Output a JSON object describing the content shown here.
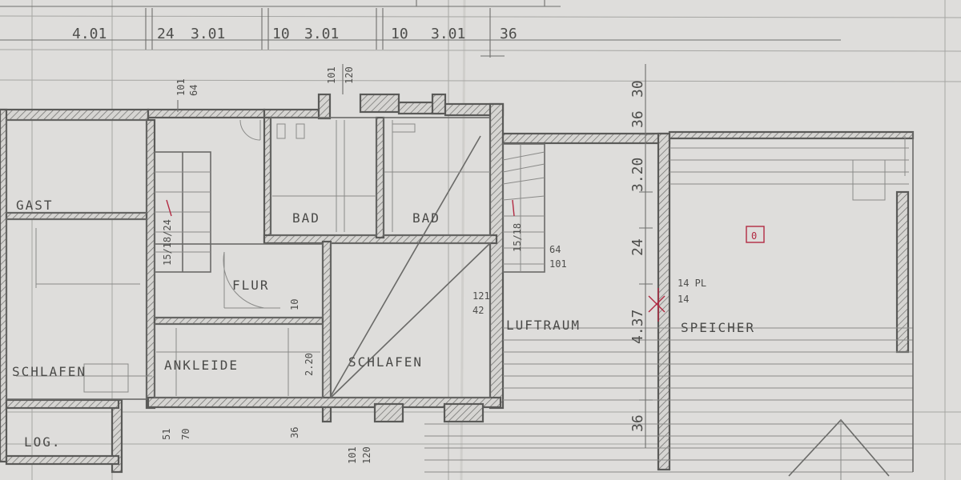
{
  "rooms": {
    "gast": "GAST",
    "bad_1": "BAD",
    "bad_2": "BAD",
    "flur": "FLUR",
    "schlafen_left": "SCHLAFEN",
    "ankleide": "ANKLEIDE",
    "schlafen_mid": "SCHLAFEN",
    "luftraum": "LUFTRAUM",
    "speicher": "SPEICHER",
    "log": "LOG."
  },
  "top_dims": {
    "d1": "4.01",
    "d2": "24",
    "d3": "3.01",
    "d4": "10",
    "d5": "3.01",
    "d6": "10",
    "d7": "3.01",
    "d8": "36"
  },
  "opening_dims": {
    "stair_left_top": "101",
    "stair_left_bottom": "64",
    "bad_top": "101",
    "bad_bottom": "120",
    "stair_right_top": "64",
    "stair_right_bottom": "101",
    "door_top": "121",
    "door_bottom": "42",
    "bottom_left_top": "51",
    "bottom_left_bottom": "70",
    "bottom_mid_top": "101",
    "bottom_mid_bottom": "120",
    "wall_36_top": "36",
    "wall_30_top": "30"
  },
  "vertical_dims": {
    "right_top": "36",
    "right_h1": "3.20",
    "right_h2": "24",
    "right_h3": "4.37",
    "right_bottom": "36",
    "mid": "2.20",
    "flur_10": "10",
    "ank_36": "36"
  },
  "annotations": {
    "stair_left_steps": "15/18/24",
    "stair_right_steps": "15/18",
    "rl_top": "14 PL",
    "rl_bottom": "14",
    "marker": "0"
  },
  "colors": {
    "pencil": "#5a5a58",
    "paper": "#dedddb",
    "red_pen": "#b22a42"
  }
}
